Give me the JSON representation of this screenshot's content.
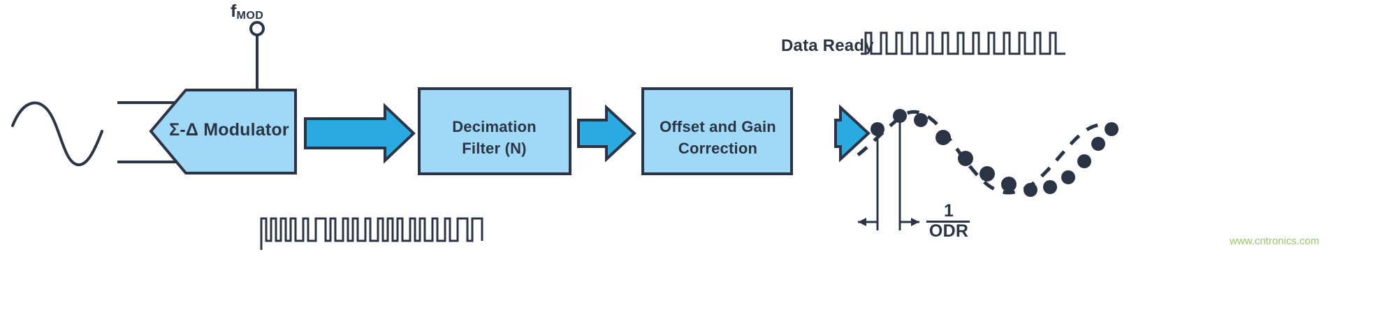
{
  "diagram": {
    "title": "Sigma-Delta ADC signal chain",
    "colors": {
      "block_fill": "#9FD9F5",
      "arrow_fill": "#29ABE2",
      "stroke": "#2b3445",
      "watermark": "#9ac46b"
    },
    "clock": {
      "label_main": "f",
      "label_sub": "MOD"
    },
    "blocks": [
      {
        "name": "sigma-delta-modulator",
        "label": "Σ-Δ Modulator"
      },
      {
        "name": "decimation-filter",
        "label_line1": "Decimation",
        "label_line2": "Filter (N)"
      },
      {
        "name": "offset-and-gain-correction",
        "label_line1": "Offset and Gain",
        "label_line2": "Correction"
      }
    ],
    "data_ready": {
      "label": "Data Ready",
      "pulse_count": 11
    },
    "odr": {
      "numerator": "1",
      "denominator": "ODR"
    },
    "watermark": "www.cntronics.com"
  },
  "chart_data": {
    "type": "line",
    "title": "Sampled output waveform",
    "xlabel": "",
    "ylabel": "",
    "grid": false,
    "legend": null,
    "series": [
      {
        "name": "sampled-sine",
        "style": "dashed-with-markers",
        "x": [
          1509,
          1548,
          1583,
          1618,
          1652,
          1687,
          1722,
          1757,
          1792,
          1827,
          1862,
          1897,
          1932,
          1967
        ],
        "y": [
          184,
          166,
          172,
          197,
          227,
          249,
          264,
          272,
          268,
          254,
          231,
          206,
          185,
          180
        ]
      }
    ]
  }
}
